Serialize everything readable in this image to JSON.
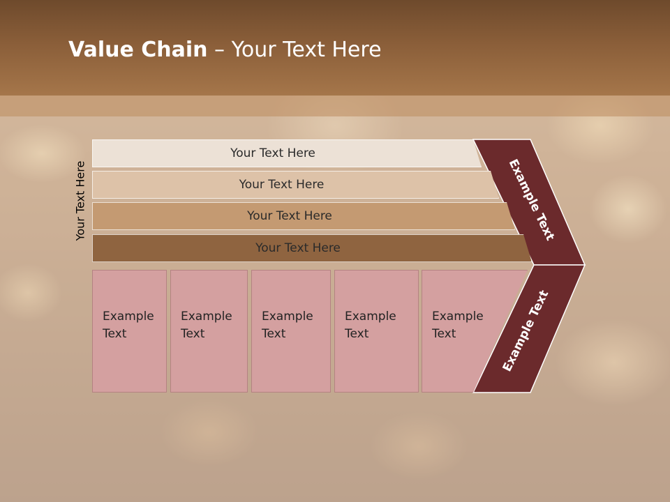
{
  "title": {
    "bold": "Value Chain",
    "rest": " – Your Text Here"
  },
  "side_label": "Your Text Here",
  "bars": [
    {
      "label": "Your Text Here",
      "color": "#ece1d6"
    },
    {
      "label": "Your Text Here",
      "color": "#ddc2a8"
    },
    {
      "label": "Your Text Here",
      "color": "#c49a72"
    },
    {
      "label": "Your Text Here",
      "color": "#8f6440"
    }
  ],
  "boxes": [
    {
      "line1": "Example",
      "line2": "Text"
    },
    {
      "line1": "Example",
      "line2": "Text"
    },
    {
      "line1": "Example",
      "line2": "Text"
    },
    {
      "line1": "Example",
      "line2": "Text"
    },
    {
      "line1": "Example",
      "line2": "Text"
    }
  ],
  "arrow": {
    "top_label": "Example Text",
    "bottom_label": "Example Text",
    "color": "#6b2a2c"
  },
  "colors": {
    "header": "#8a5e39",
    "box": "#d4a0a0"
  }
}
